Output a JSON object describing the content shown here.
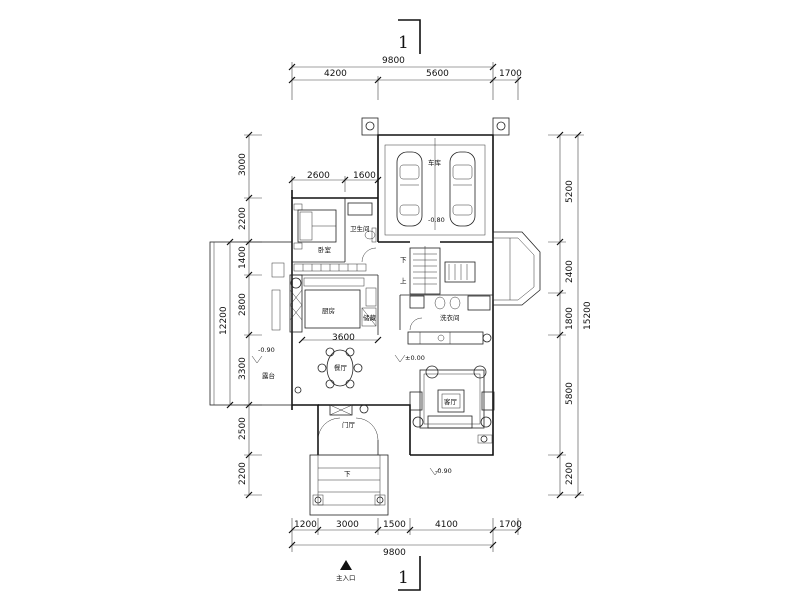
{
  "section": {
    "mark": "1"
  },
  "top_dims": {
    "overall": "9800",
    "segments": [
      "4200",
      "5600",
      "1700"
    ],
    "inner": [
      "2600",
      "1600"
    ]
  },
  "bottom_dims": {
    "segments": [
      "1200",
      "3000",
      "1500",
      "4100",
      "1700"
    ],
    "overall": "9800"
  },
  "left_dims": {
    "segments": [
      "3000",
      "2200",
      "1400",
      "2800",
      "3300",
      "2500",
      "2200"
    ],
    "span": "12200"
  },
  "right_dims": {
    "segments": [
      "5200",
      "2400",
      "1800",
      "5800",
      "2200"
    ],
    "overall": "15200"
  },
  "inner_dim": "3600",
  "rooms": {
    "garage": "车库",
    "bedroom": "卧室",
    "bathroom": "卫生间",
    "kitchen": "厨房",
    "storage": "储藏",
    "dining": "餐厅",
    "laundry": "洗衣间",
    "living": "客厅",
    "porch": "门厅",
    "terrace": "露台"
  },
  "levels": {
    "garage": "-0.80",
    "terrace": "-0.90",
    "main": "±0.00",
    "outside": "-0.90"
  },
  "stair": {
    "up": "上",
    "down": "下"
  },
  "entrance": {
    "label": "主入口"
  }
}
